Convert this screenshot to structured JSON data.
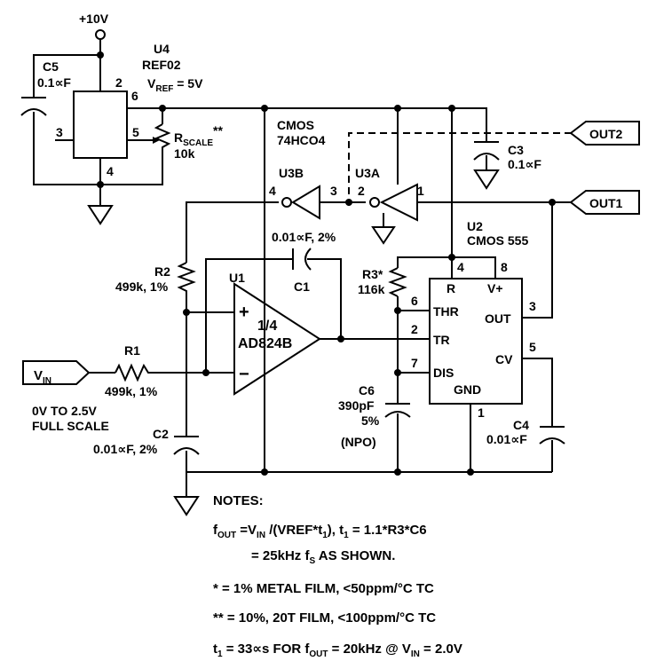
{
  "supply": {
    "label": "+10V"
  },
  "u4": {
    "ref": "U4",
    "part": "REF02",
    "vref_main": "V",
    "vref_sub": "REF",
    "vref_value": " = 5V",
    "pin2": "2",
    "pin3": "3",
    "pin4": "4",
    "pin5": "5",
    "pin6": "6"
  },
  "c5": {
    "ref": "C5",
    "value": "0.1∝F"
  },
  "rscale": {
    "main": "R",
    "sub": "SCALE",
    "sup": "**",
    "value": "10k"
  },
  "cmos": {
    "line1": "CMOS",
    "line2": "74HCO4"
  },
  "u3b": {
    "ref": "U3B",
    "pin_in": "4",
    "pin_out": "3"
  },
  "u3a": {
    "ref": "U3A",
    "pin_in": "2",
    "pin_out": "1"
  },
  "c3": {
    "ref": "C3",
    "value": "0.1∝F"
  },
  "out2": {
    "label": "OUT2"
  },
  "out1": {
    "label": "OUT1"
  },
  "u2": {
    "ref": "U2",
    "part": "CMOS 555",
    "pin_r": "R",
    "pin_v": "V+",
    "pin_thr": "THR",
    "pin_tr": "TR",
    "pin_dis": "DIS",
    "pin_gnd": "GND",
    "pin_out": "OUT",
    "pin_cv": "CV",
    "n4": "4",
    "n8": "8",
    "n6": "6",
    "n2": "2",
    "n7": "7",
    "n1": "1",
    "n3": "3",
    "n5": "5"
  },
  "c1": {
    "ref": "C1",
    "value": "0.01∝F, 2%"
  },
  "r2": {
    "ref": "R2",
    "value": "499k, 1%"
  },
  "u1": {
    "ref": "U1",
    "line1": "1/4",
    "line2": "AD824B",
    "plus": "+",
    "minus": "−"
  },
  "r3": {
    "ref": "R3*",
    "value": "116k"
  },
  "vin": {
    "main": "V",
    "sub": "IN",
    "range1": "0V TO 2.5V",
    "range2": "FULL SCALE"
  },
  "r1": {
    "ref": "R1",
    "value": "499k, 1%"
  },
  "c6": {
    "ref": "C6",
    "value": "390pF",
    "tol": "5%",
    "type": "(NPO)"
  },
  "c4": {
    "ref": "C4",
    "value": "0.01∝F"
  },
  "c2": {
    "ref": "C2",
    "value": "0.01∝F, 2%"
  },
  "notes": {
    "title": "NOTES:",
    "f1": {
      "a": "f",
      "a_sub": "OUT",
      "b": " =V",
      "b_sub": "IN",
      "c": " /(VREF*t",
      "c_sub": "1",
      "d": "), t",
      "d_sub": "1",
      "e": " = 1.1*R3*C6"
    },
    "f2": {
      "a": "= 25kHz f",
      "a_sub": "S",
      "b": " AS SHOWN."
    },
    "n1": "* = 1% METAL FILM, <50ppm/°C TC",
    "n2": "** = 10%, 20T FILM, <100ppm/°C TC",
    "n3": {
      "a": "t",
      "a_sub": "1",
      "b": " = 33∝s FOR f",
      "b_sub": "OUT",
      "c": " = 20kHz @ V",
      "c_sub": "IN",
      "d": " = 2.0V"
    }
  }
}
